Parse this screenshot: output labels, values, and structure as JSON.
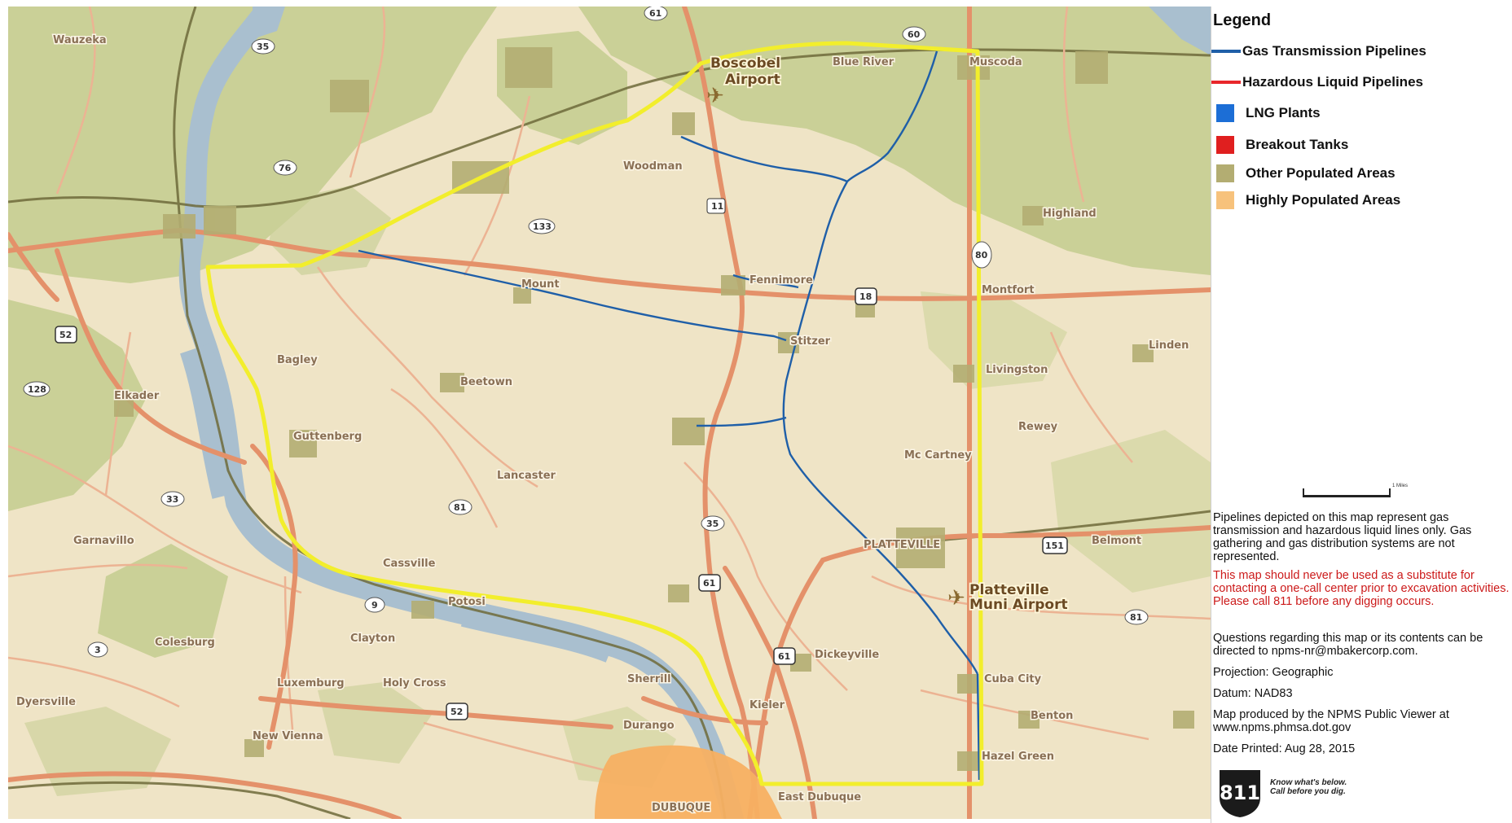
{
  "legend": {
    "title": "Legend",
    "items": [
      {
        "label": "Gas Transmission Pipelines",
        "color": "#1f5fa8",
        "kind": "line"
      },
      {
        "label": "Hazardous Liquid Pipelines",
        "color": "#e8272b",
        "kind": "line"
      },
      {
        "label": "LNG Plants",
        "color": "#1c6ed6",
        "kind": "box"
      },
      {
        "label": "Breakout Tanks",
        "color": "#e01f1f",
        "kind": "box"
      },
      {
        "label": "Other Populated Areas",
        "color": "#b3ad72",
        "kind": "box"
      },
      {
        "label": "Highly Populated Areas",
        "color": "#f7c27c",
        "kind": "box"
      }
    ],
    "scale_label": "1 Miles"
  },
  "notes": {
    "depiction": "Pipelines depicted on this map represent gas transmission and hazardous liquid lines only. Gas gathering and gas distribution systems are not represented.",
    "warning": "This map should never be used as a substitute for contacting a one-call center prior to excavation activities. Please call 811 before any digging occurs.",
    "contact": "Questions regarding this map or its contents can be directed to npms-nr@mbakercorp.com.",
    "projection": "Projection: Geographic",
    "datum": "Datum: NAD83",
    "produced": "Map produced by the NPMS Public Viewer at www.npms.phmsa.dot.gov",
    "date": "Date Printed: Aug 28, 2015",
    "logo_number": "811",
    "logo_tagline_1": "Know what's below.",
    "logo_tagline_2": "Call before you dig."
  },
  "map": {
    "colors": {
      "base": "#efe4c6",
      "vegetation": "#c8cf95",
      "river": "#a9bfcf",
      "highway": "#e4916a",
      "secondary_road": "#ecb393",
      "railroad": "#6e6a3a",
      "study_boundary": "#f2ee2c",
      "gas_pipeline": "#1f5fa8",
      "populated": "#b3ad72",
      "highly_populated": "#f7b062"
    },
    "places": {
      "boscobel": "Boscobel",
      "airport": "Airport",
      "blue_river": "Blue River",
      "muscoda": "Muscoda",
      "woodman": "Woodman",
      "fennimore": "Fennimore",
      "mount_hope": "Mount",
      "livingston": "Livingston",
      "lancaster": "Lancaster",
      "potosi": "Potosi",
      "platteville": "PLATTEVILLE",
      "platteville_airport_1": "Platteville",
      "platteville_airport_2": "Muni Airport",
      "cuba_city": "Cuba City",
      "clayton": "Clayton",
      "colesburg": "Colesburg",
      "holy_cross": "Holy Cross",
      "sherrill": "Sherrill",
      "durango": "Durango",
      "dubuque": "DUBUQUE",
      "east_dubuque": "East Dubuque",
      "bagley": "Bagley",
      "guttenberg": "Guttenberg",
      "cassville": "Cassville",
      "garnavillo": "Garnavillo",
      "elkader": "Elkader",
      "beetown": "Beetown",
      "dickeyville": "Dickeyville",
      "highland": "Highland",
      "montfort": "Montfort",
      "kieler": "Kieler",
      "hazel_green": "Hazel Green",
      "benton": "Benton",
      "luxemburg": "Luxemburg",
      "new_vienna": "New Vienna",
      "dyersville": "Dyersville",
      "rewey": "Rewey",
      "belmont": "Belmont",
      "linden": "Linden",
      "mccartney": "Mc Cartney",
      "wauzeka": "Wauzeka",
      "stitzer": "Stitzer"
    },
    "shields": {
      "us_52_north": "52",
      "us_52_south": "52",
      "us_61_north": "61",
      "us_61_mid": "61",
      "us_151": "151",
      "us_18": "18",
      "route_35": "35",
      "route_60": "60",
      "route_133": "133",
      "route_81": "81",
      "route_81_east": "81",
      "route_80": "80",
      "route_128": "128",
      "route_3": "3",
      "route_9": "9",
      "route_35_south": "35",
      "route_76": "76",
      "route_61_north_top": "61",
      "route_11": "11",
      "route_33": "33"
    }
  }
}
